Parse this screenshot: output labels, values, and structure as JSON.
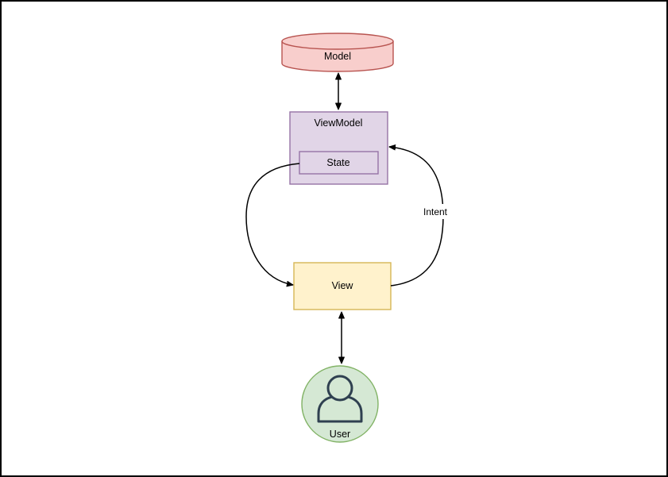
{
  "canvas": {
    "background": "#FFFFFF",
    "frame_color": "#000000"
  },
  "nodes": {
    "model": {
      "label": "Model",
      "shape": "cylinder",
      "fill": "#F8CECC",
      "stroke": "#B85450"
    },
    "viewmodel": {
      "label": "ViewModel",
      "shape": "rectangle",
      "fill": "#E1D5E7",
      "stroke": "#9673A6"
    },
    "state": {
      "label": "State",
      "shape": "rectangle",
      "fill": "#E1D5E7",
      "stroke": "#9673A6",
      "parent": "viewmodel"
    },
    "view": {
      "label": "View",
      "shape": "rectangle",
      "fill": "#FFF2CC",
      "stroke": "#D6B656"
    },
    "user": {
      "label": "User",
      "shape": "circle",
      "fill": "#D5E8D4",
      "stroke": "#82B366",
      "icon": "person-icon",
      "icon_color": "#2F4050"
    }
  },
  "edges": [
    {
      "from": "Model",
      "to": "ViewModel",
      "arrows": "both",
      "style": "straight",
      "label": ""
    },
    {
      "from": "State",
      "to": "View",
      "arrows": "end",
      "style": "curved-left",
      "label": ""
    },
    {
      "from": "View",
      "to": "ViewModel",
      "arrows": "end",
      "style": "curved-right",
      "label": "Intent"
    },
    {
      "from": "View",
      "to": "User",
      "arrows": "both",
      "style": "straight",
      "label": ""
    }
  ],
  "edge_color": "#000000"
}
